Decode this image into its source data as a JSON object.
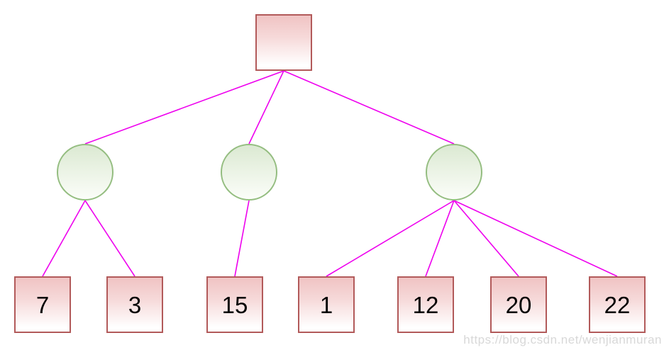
{
  "page": {
    "background": "#ffffff",
    "watermark": "https://blog.csdn.net/wenjianmuran"
  },
  "colors": {
    "edge": "#ee00ee",
    "square_border": "#b25a5a",
    "square_fill_top": "#f0c3c3",
    "square_fill_bottom": "#ffffff",
    "circle_border": "#94bd80",
    "circle_fill_top": "#dbe9d2",
    "circle_fill_bottom": "#fbfdf9",
    "leaf_text": "#000000",
    "watermark_text": "#d8d8d8"
  },
  "tree": {
    "root": {
      "shape": "square",
      "label": ""
    },
    "internal_nodes": [
      {
        "shape": "circle",
        "label": "",
        "children": [
          "7",
          "3"
        ]
      },
      {
        "shape": "circle",
        "label": "",
        "children": [
          "15"
        ]
      },
      {
        "shape": "circle",
        "label": "",
        "children": [
          "1",
          "12",
          "20",
          "22"
        ]
      }
    ],
    "leaves": [
      {
        "value": "7"
      },
      {
        "value": "3"
      },
      {
        "value": "15"
      },
      {
        "value": "1"
      },
      {
        "value": "12"
      },
      {
        "value": "20"
      },
      {
        "value": "22"
      }
    ]
  }
}
